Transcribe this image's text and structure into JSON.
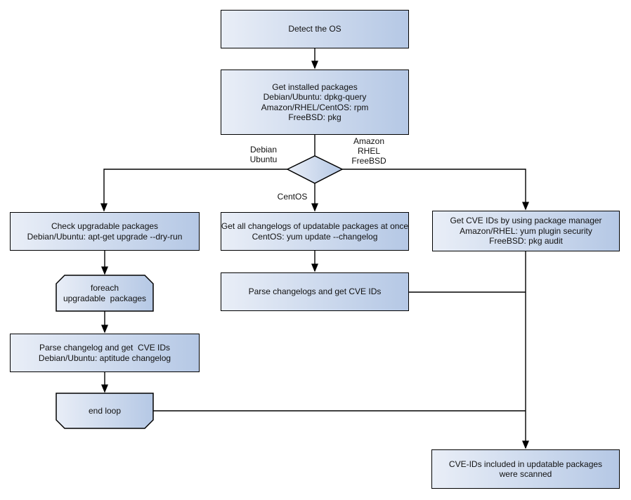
{
  "diagram": {
    "nodes": {
      "detect_os": {
        "label": "Detect the OS"
      },
      "get_installed": {
        "label": "Get installed packages\nDebian/Ubuntu: dpkg-query\nAmazon/RHEL/CentOS: rpm\nFreeBSD: pkg"
      },
      "check_upgradable": {
        "label": "Check upgradable packages\nDebian/Ubuntu: apt-get upgrade --dry-run"
      },
      "foreach_loop": {
        "label": "foreach\nupgradable  packages"
      },
      "parse_changelog": {
        "label": "Parse changelog and get  CVE IDs\nDebian/Ubuntu: aptitude changelog"
      },
      "end_loop": {
        "label": "end loop"
      },
      "get_all_changelogs": {
        "label": "Get all changelogs of updatable packages at once\nCentOS: yum update --changelog"
      },
      "parse_changelogs": {
        "label": "Parse changelogs and get CVE IDs"
      },
      "get_cve_ids_pkg_mgr": {
        "label": "Get CVE IDs by using package manager\nAmazon/RHEL: yum plugin security\nFreeBSD: pkg audit"
      },
      "scan_result": {
        "label": "CVE-IDs included in updatable packages\nwere scanned"
      }
    },
    "edge_labels": {
      "debian_ubuntu": "Debian\nUbuntu",
      "amazon_rhel_freebsd": "Amazon\nRHEL\nFreeBSD",
      "centos": "CentOS"
    },
    "colors": {
      "node_fill_start": "#e9eef7",
      "node_fill_end": "#b5c8e5",
      "node_border": "#000000",
      "connector": "#000000",
      "text": "#111111",
      "background": "#ffffff"
    }
  }
}
